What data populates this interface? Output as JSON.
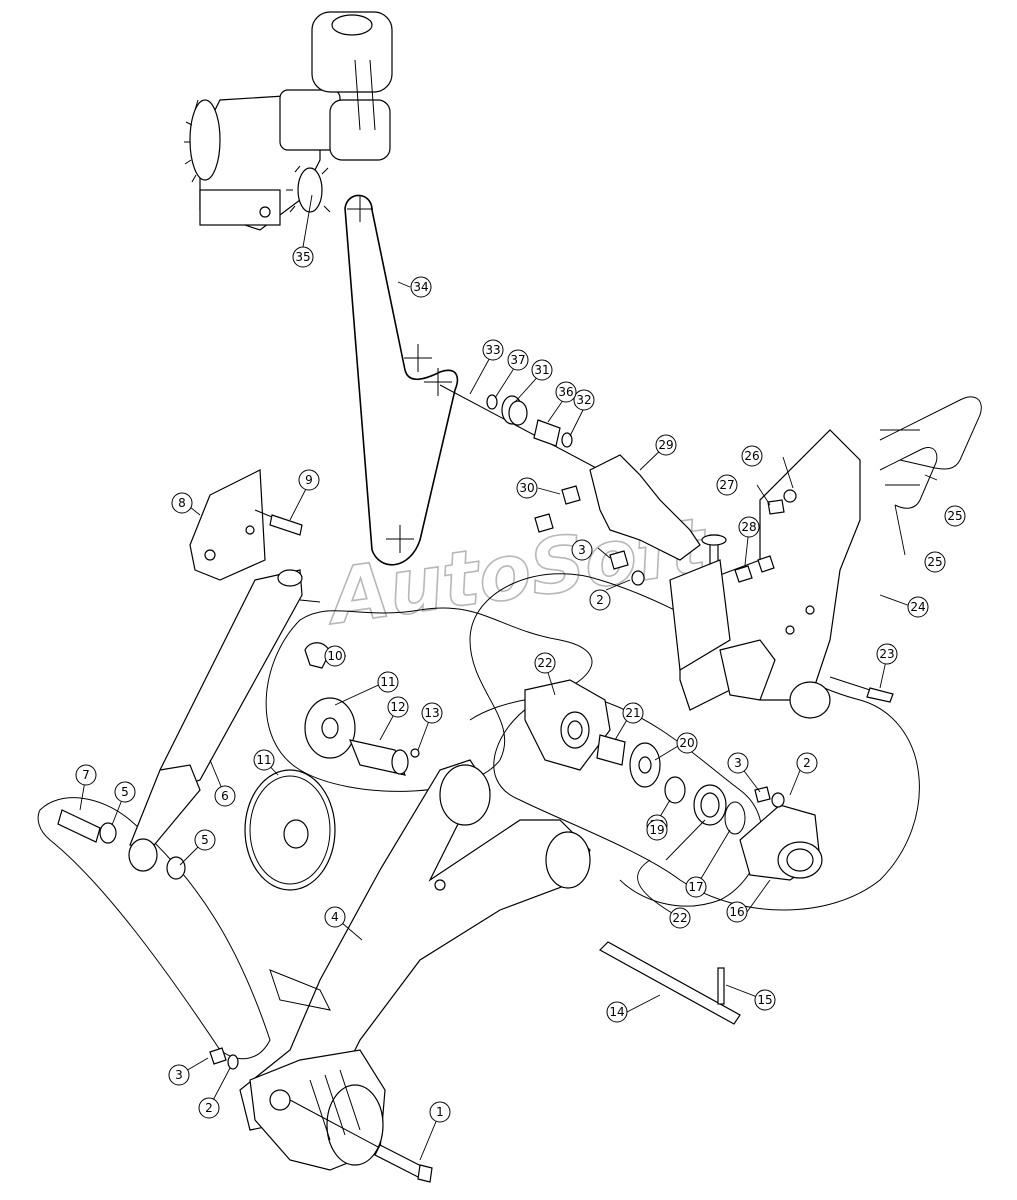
{
  "watermark": "AutoSoft",
  "callouts": [
    "1",
    "2",
    "2",
    "2",
    "3",
    "3",
    "3",
    "4",
    "5",
    "5",
    "6",
    "7",
    "8",
    "9",
    "10",
    "11",
    "11",
    "12",
    "13",
    "14",
    "15",
    "16",
    "17",
    "18",
    "19",
    "20",
    "21",
    "22",
    "22",
    "23",
    "24",
    "25",
    "25",
    "26",
    "27",
    "28",
    "29",
    "30",
    "31",
    "32",
    "33",
    "34",
    "35",
    "36",
    "37"
  ]
}
